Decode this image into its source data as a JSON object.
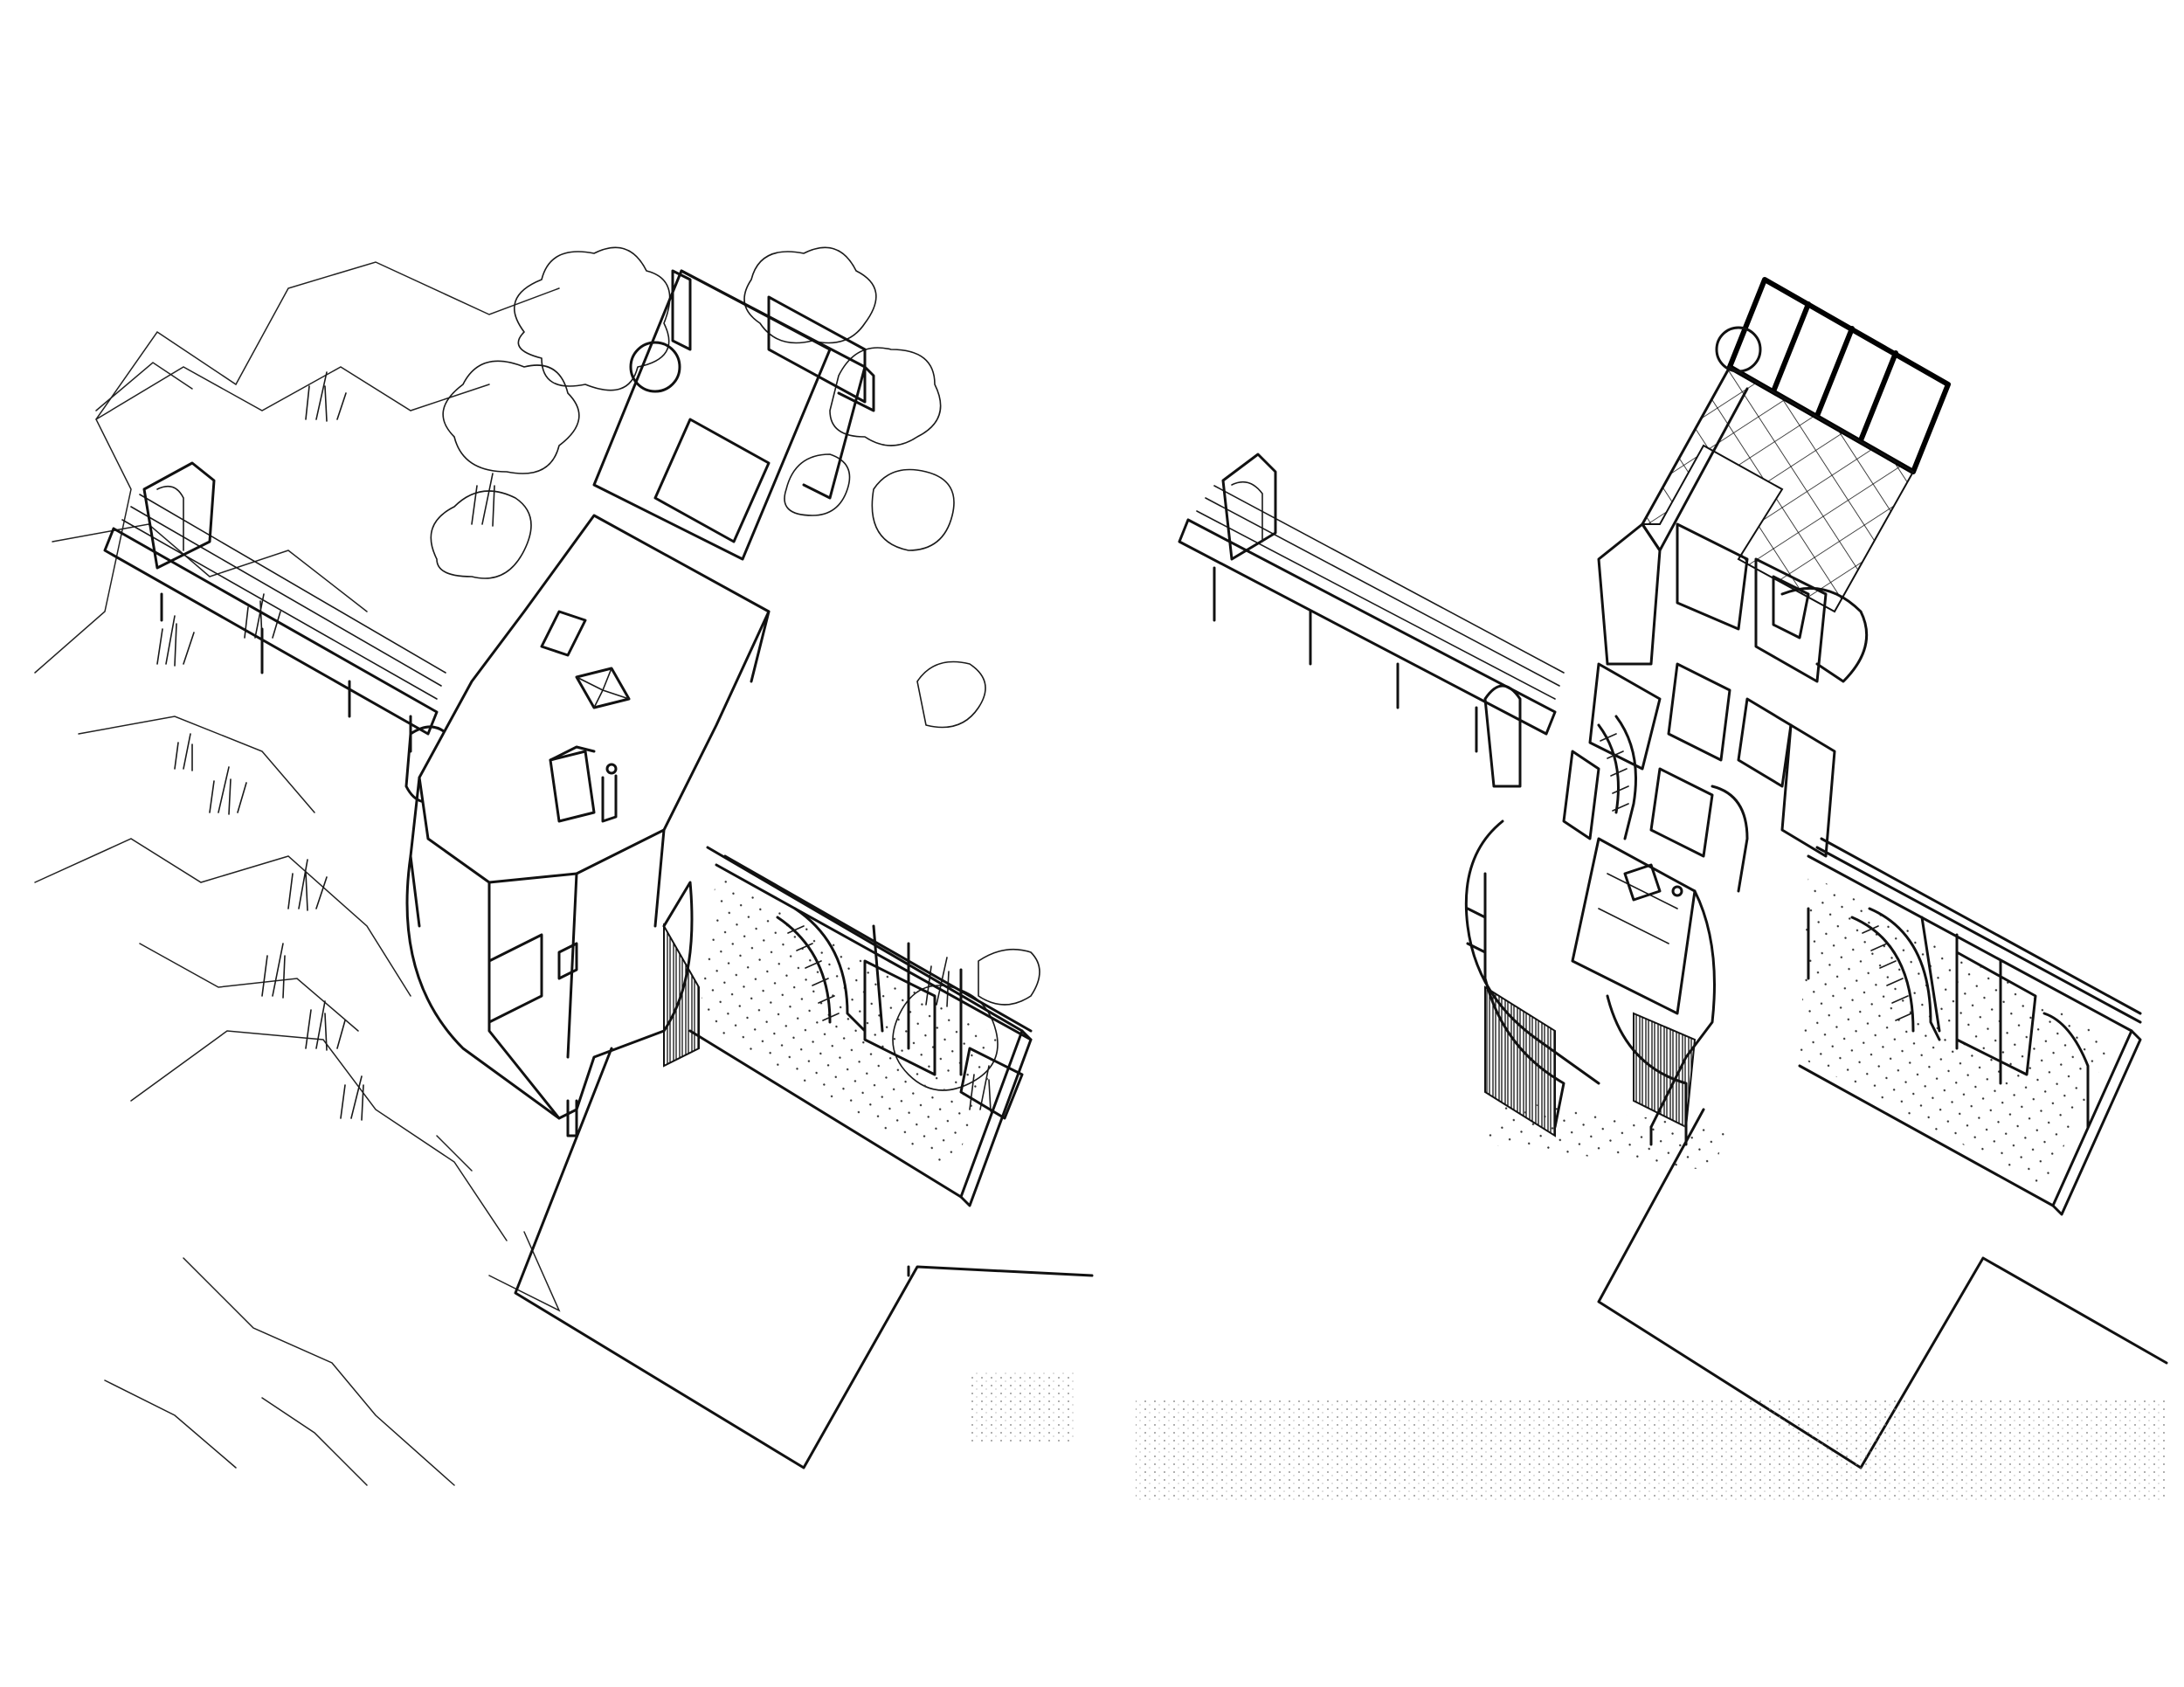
{
  "panels": [
    {
      "id": "exterior",
      "parts": [
        "terrain",
        "vegetation",
        "entry-bridge",
        "rooftop-terrace",
        "roof",
        "skylight",
        "chimney",
        "curved-wall",
        "lower-deck",
        "stair",
        "lawn"
      ]
    },
    {
      "id": "cutaway",
      "parts": [
        "entry-bridge",
        "roof-pergola",
        "upper-floor",
        "stair",
        "curved-wall",
        "lower-deck",
        "lawn"
      ]
    }
  ],
  "colors": {
    "paper": "#ffffff",
    "ink": "#111111"
  }
}
